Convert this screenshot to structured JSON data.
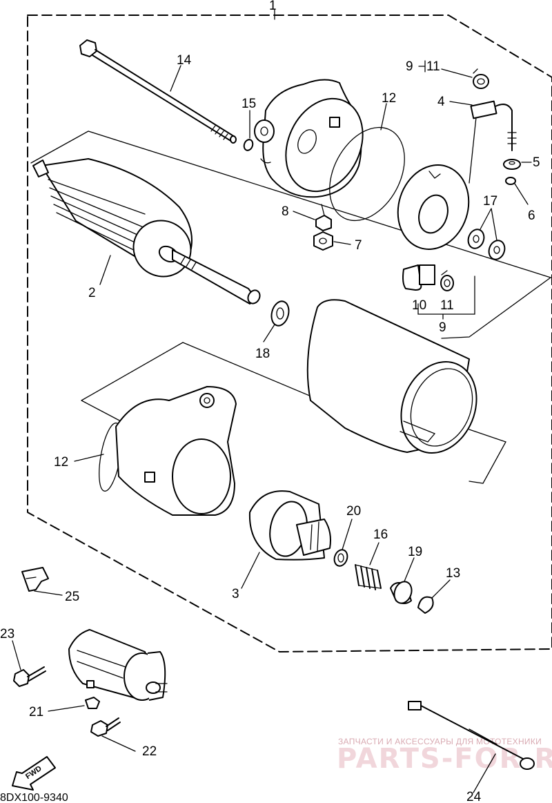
{
  "callouts": {
    "n1": "1",
    "n2": "2",
    "n3": "3",
    "n4": "4",
    "n5": "5",
    "n6": "6",
    "n7": "7",
    "n8": "8",
    "n9_bottom": "9",
    "n9_top": "9",
    "n10": "10",
    "n11_top": "11",
    "n11_bottom": "11",
    "n12_top": "12",
    "n12_left": "12",
    "n13": "13",
    "n14": "14",
    "n15": "15",
    "n16": "16",
    "n17": "17",
    "n18": "18",
    "n19": "19",
    "n20": "20",
    "n21": "21",
    "n22": "22",
    "n23": "23",
    "n24": "24",
    "n25": "25"
  },
  "fwd_arrow_label": "FWD",
  "drawing_code": "8DX100-9340",
  "watermark": {
    "tagline": "ЗАПЧАСТИ И АКСЕССУАРЫ ДЛЯ МОТОТЕХНИКИ",
    "brand": "PARTS-FOR.RU"
  },
  "icons": {
    "fwd": "fwd-arrow-icon"
  }
}
